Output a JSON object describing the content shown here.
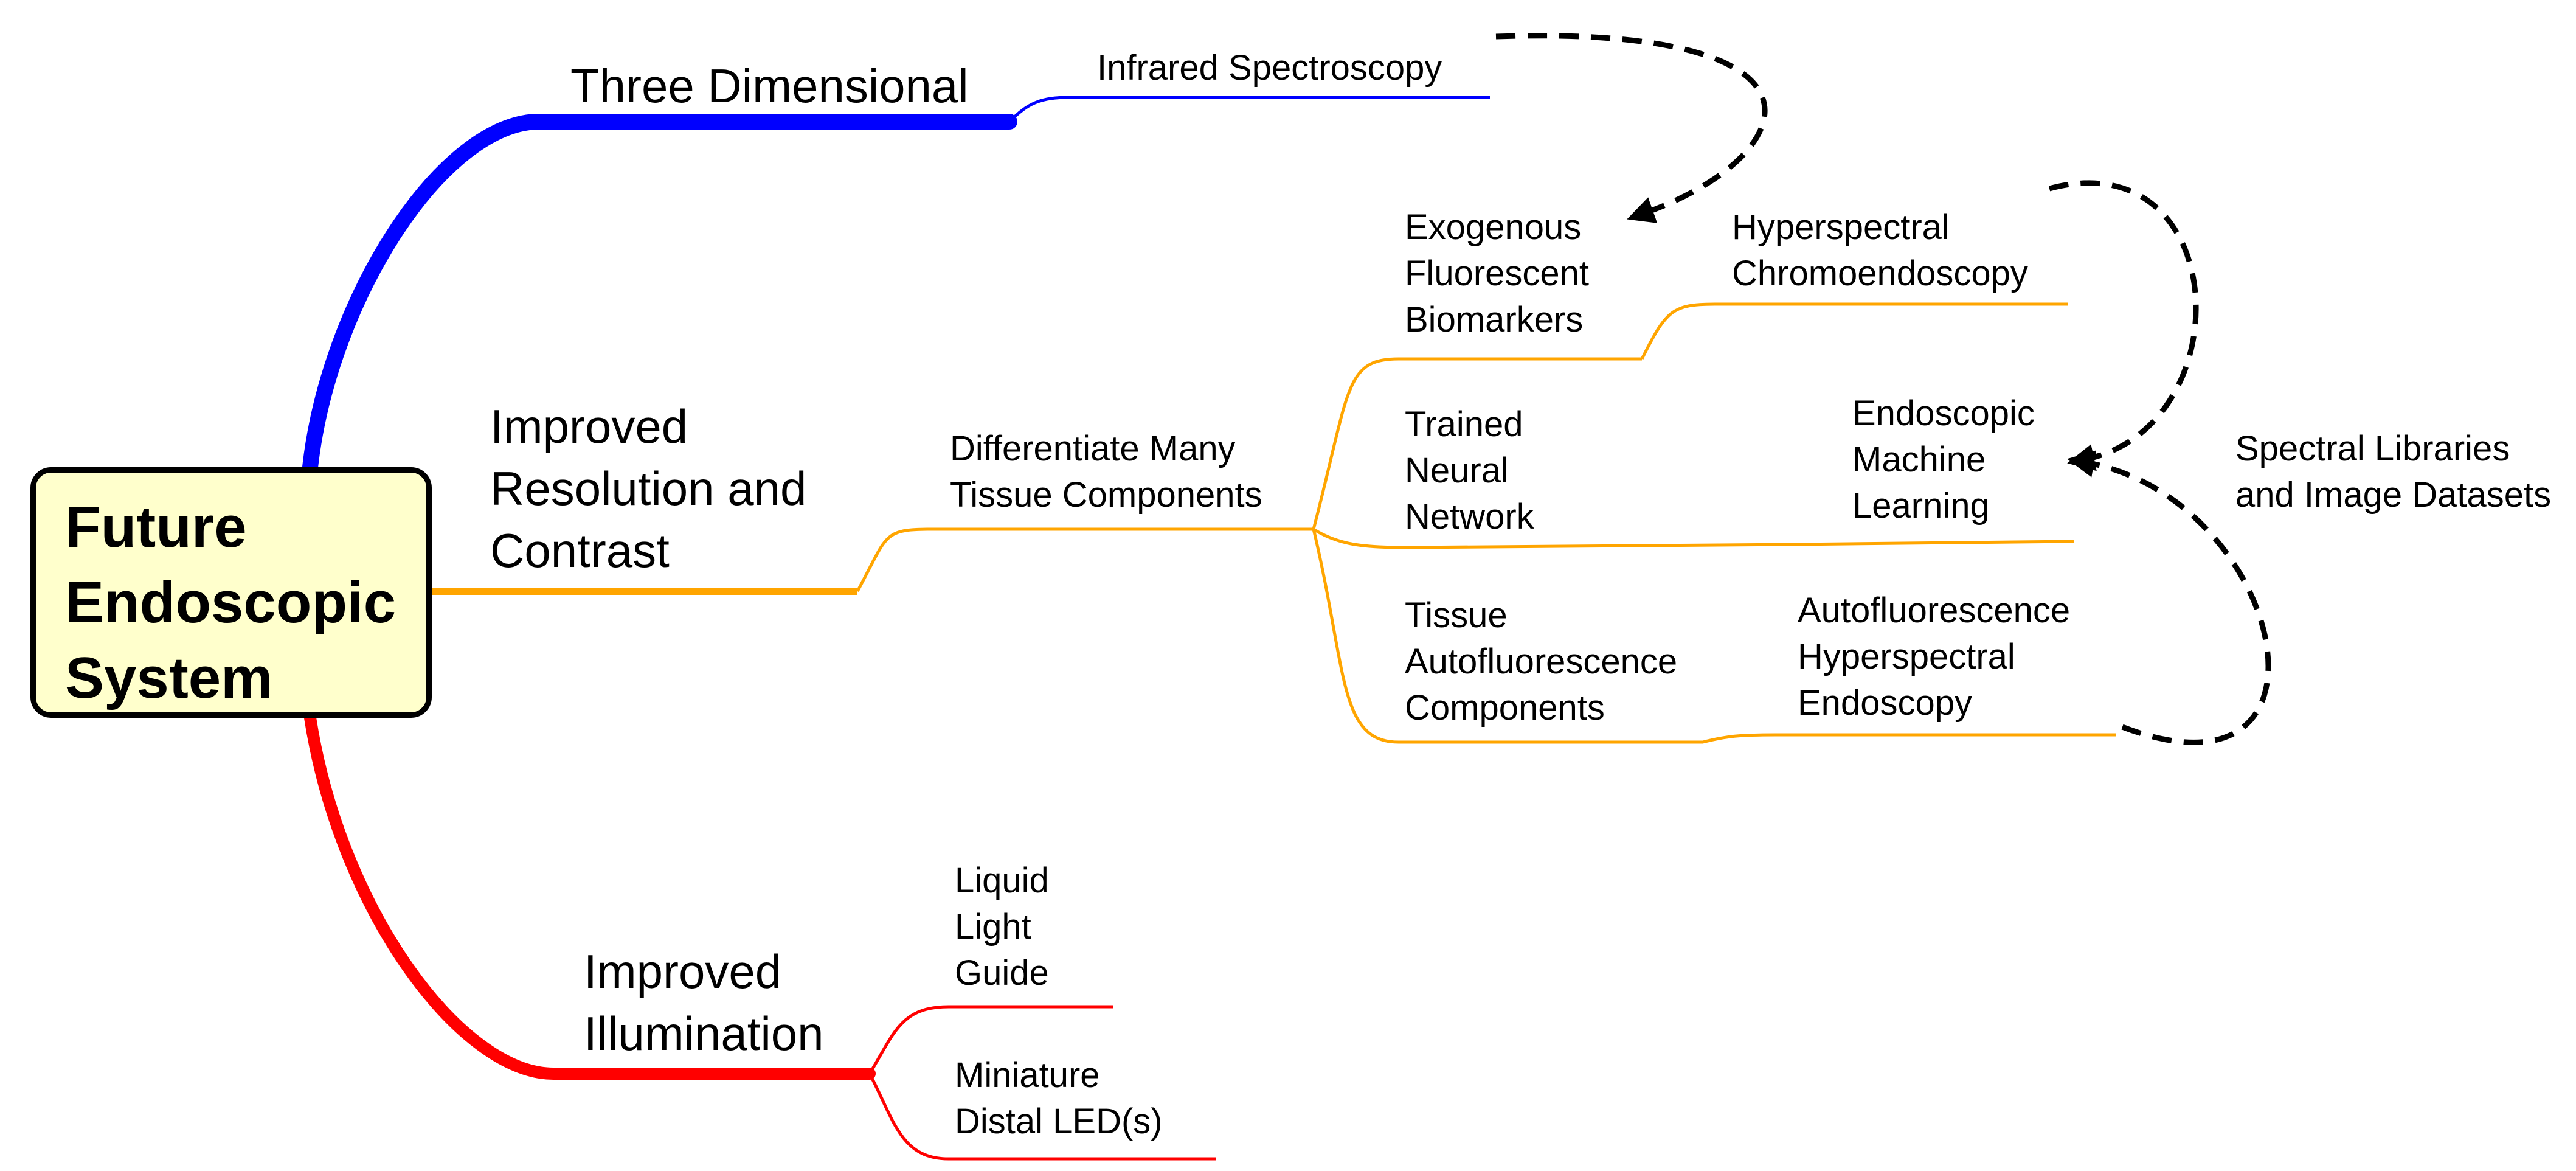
{
  "root": {
    "lines": [
      "Future",
      "Endoscopic",
      "System"
    ]
  },
  "branches": {
    "three_dimensional": {
      "label": "Three Dimensional",
      "color": "#0000ff",
      "children": {
        "infrared": {
          "label": "Infrared Spectroscopy"
        }
      }
    },
    "resolution": {
      "lines": [
        "Improved",
        "Resolution and",
        "Contrast"
      ],
      "color": "#ffa500",
      "children": {
        "differentiate": {
          "lines": [
            "Differentiate Many",
            "Tissue Components"
          ],
          "children": {
            "exogenous": {
              "lines": [
                "Exogenous",
                "Fluorescent",
                "Biomarkers"
              ],
              "child": {
                "lines": [
                  "Hyperspectral",
                  "Chromoendoscopy"
                ]
              }
            },
            "neural": {
              "lines": [
                "Trained",
                "Neural",
                "Network"
              ],
              "child": {
                "lines": [
                  "Endoscopic",
                  "Machine",
                  "Learning"
                ]
              }
            },
            "autofluor": {
              "lines": [
                "Tissue",
                "Autofluorescence",
                "Components"
              ],
              "child": {
                "lines": [
                  "Autofluorescence",
                  "Hyperspectral",
                  "Endoscopy"
                ]
              }
            }
          }
        }
      }
    },
    "illumination": {
      "lines": [
        "Improved",
        "Illumination"
      ],
      "color": "#ff0000",
      "children": {
        "liquid": {
          "lines": [
            "Liquid",
            "Light",
            "Guide"
          ]
        },
        "led": {
          "lines": [
            "Miniature",
            "Distal LED(s)"
          ]
        }
      }
    }
  },
  "annotation": {
    "lines": [
      "Spectral Libraries",
      "and Image Datasets"
    ]
  },
  "colors": {
    "blue": "#0000ff",
    "orange": "#ffa500",
    "red": "#ff0000",
    "root_fill": "#ffffcc",
    "arrow": "#000000"
  }
}
